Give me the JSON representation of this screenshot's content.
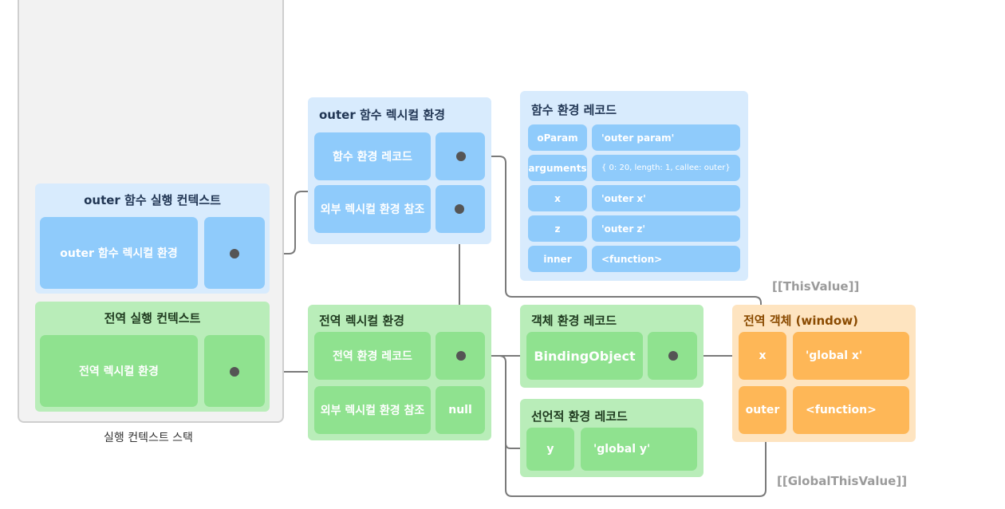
{
  "stack": {
    "caption": "실행 컨텍스트 스택",
    "outer_ec": {
      "title": "outer 함수 실행 컨텍스트",
      "env_label": "outer 함수 렉시컬 환경"
    },
    "global_ec": {
      "title": "전역 실행 컨텍스트",
      "env_label": "전역 렉시컬 환경"
    }
  },
  "outer_lex": {
    "title": "outer 함수 렉시컬 환경",
    "record_label": "함수 환경 레코드",
    "outer_ref_label": "외부 렉시컬 환경 참조"
  },
  "func_record": {
    "title": "함수 환경 레코드",
    "rows": [
      {
        "key": "oParam",
        "value": "'outer param'"
      },
      {
        "key": "arguments",
        "value": "{ 0: 20, length: 1, callee: outer}"
      },
      {
        "key": "x",
        "value": "'outer x'"
      },
      {
        "key": "z",
        "value": "'outer z'"
      },
      {
        "key": "inner",
        "value": "<function>"
      }
    ]
  },
  "global_lex": {
    "title": "전역 렉시컬 환경",
    "record_label": "전역 환경 레코드",
    "outer_ref_label": "외부 렉시컬 환경 참조",
    "outer_ref_value": "null"
  },
  "object_record": {
    "title": "객체 환경 레코드",
    "binding_label": "BindingObject"
  },
  "decl_record": {
    "title": "선언적 환경 레코드",
    "rows": [
      {
        "key": "y",
        "value": "'global y'"
      }
    ]
  },
  "global_object": {
    "title": "전역 객체 (window)",
    "rows": [
      {
        "key": "x",
        "value": "'global x'"
      },
      {
        "key": "outer",
        "value": "<function>"
      }
    ]
  },
  "labels": {
    "this_value": "[[ThisValue]]",
    "global_this_value": "[[GlobalThisValue]]"
  },
  "colors": {
    "blue_light": "#d8ebfd",
    "blue_mid": "#8fcbfb",
    "green_light": "#b9edb9",
    "green_mid": "#8fe28f",
    "orange_light": "#fee4c0",
    "orange_mid": "#feb757",
    "connector": "#7a7a7a",
    "pointer_dot": "#555555"
  }
}
